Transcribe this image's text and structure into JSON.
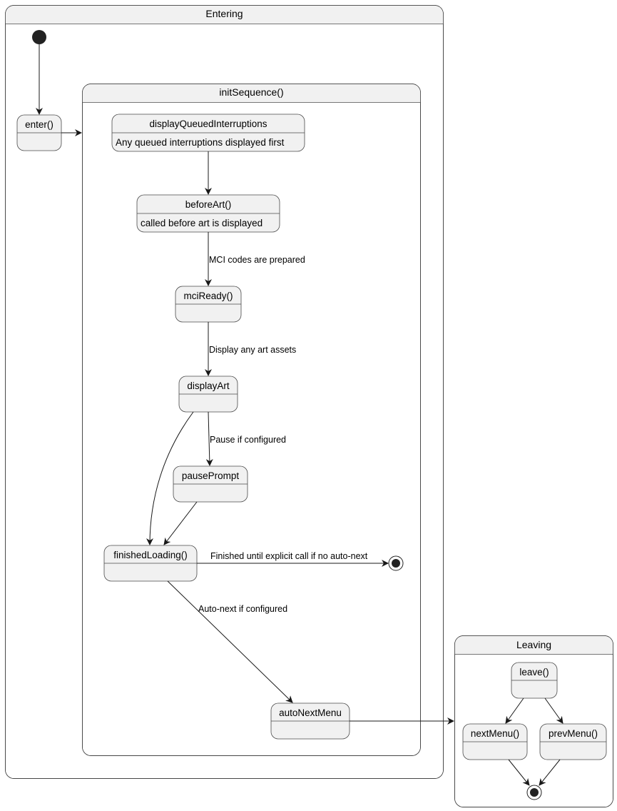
{
  "composites": {
    "entering": {
      "title": "Entering"
    },
    "init_sequence": {
      "title": "initSequence()"
    },
    "leaving": {
      "title": "Leaving"
    }
  },
  "states": {
    "enter": {
      "name": "enter()"
    },
    "display_queued": {
      "name": "displayQueuedInterruptions",
      "description": "Any queued interruptions displayed first"
    },
    "before_art": {
      "name": "beforeArt()",
      "description": "called before art is displayed"
    },
    "mci_ready": {
      "name": "mciReady()"
    },
    "display_art": {
      "name": "displayArt"
    },
    "pause_prompt": {
      "name": "pausePrompt"
    },
    "finished_loading": {
      "name": "finishedLoading()"
    },
    "auto_next_menu": {
      "name": "autoNextMenu"
    },
    "leave": {
      "name": "leave()"
    },
    "next_menu": {
      "name": "nextMenu()"
    },
    "prev_menu": {
      "name": "prevMenu()"
    }
  },
  "transitions": {
    "before_art_to_mci_ready": "MCI codes are prepared",
    "mci_ready_to_display_art": "Display any art assets",
    "display_art_to_pause_prompt": "Pause if configured",
    "finished_loading_to_end": "Finished until explicit call if no auto-next",
    "finished_loading_to_auto_next": "Auto-next if configured"
  }
}
